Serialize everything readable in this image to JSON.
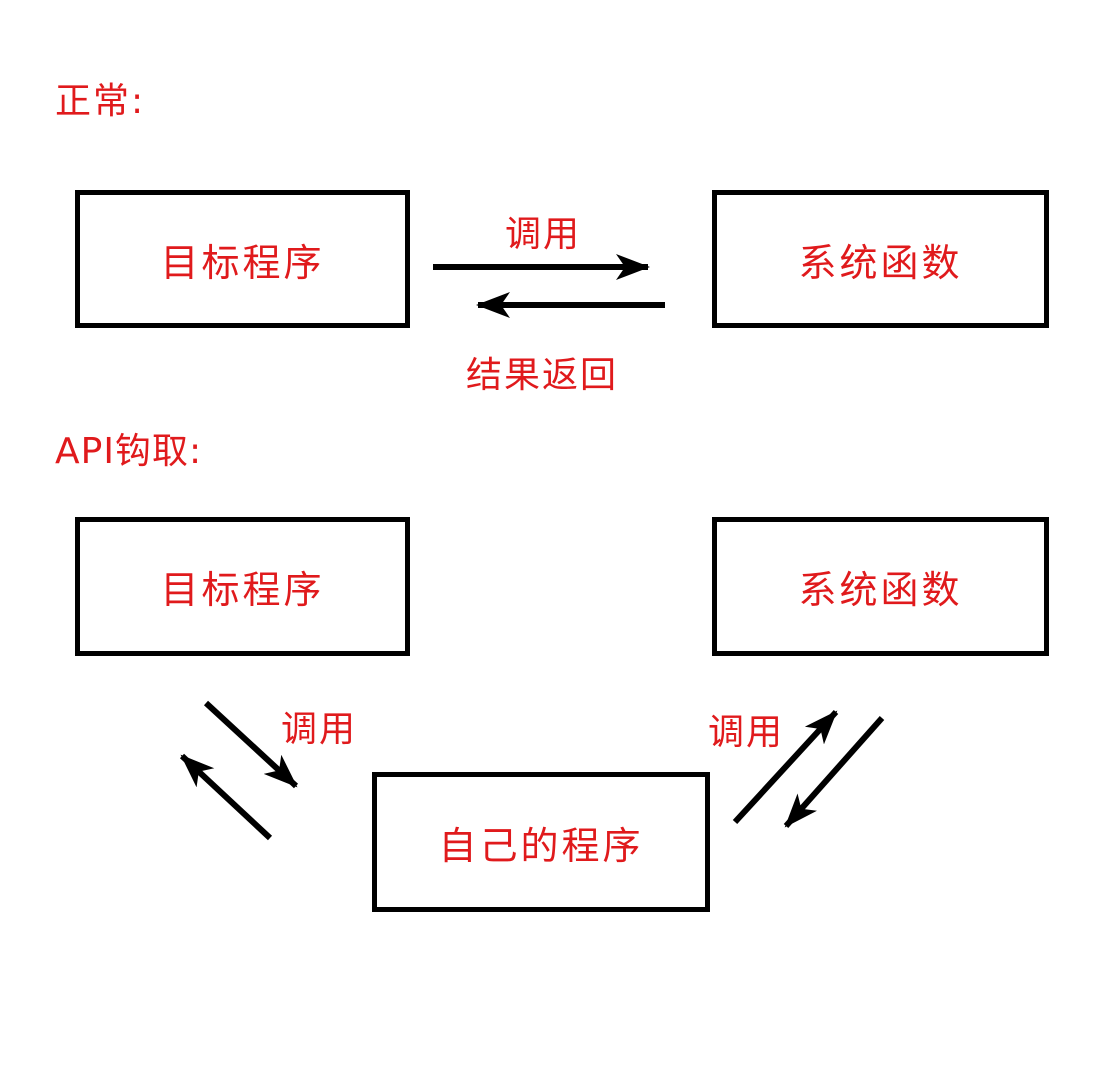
{
  "diagram": {
    "section_titles": {
      "normal": "正常:",
      "api_hook": "API钩取:"
    },
    "nodes": {
      "normal_target": "目标程序",
      "normal_system": "系统函数",
      "hook_target": "目标程序",
      "hook_system": "系统函数",
      "hook_own": "自己的程序"
    },
    "edge_labels": {
      "normal_call": "调用",
      "normal_return": "结果返回",
      "hook_call_left": "调用",
      "hook_call_right": "调用"
    },
    "colors": {
      "text_red": "#e01a1c",
      "line_black": "#000000",
      "background": "#ffffff"
    }
  }
}
